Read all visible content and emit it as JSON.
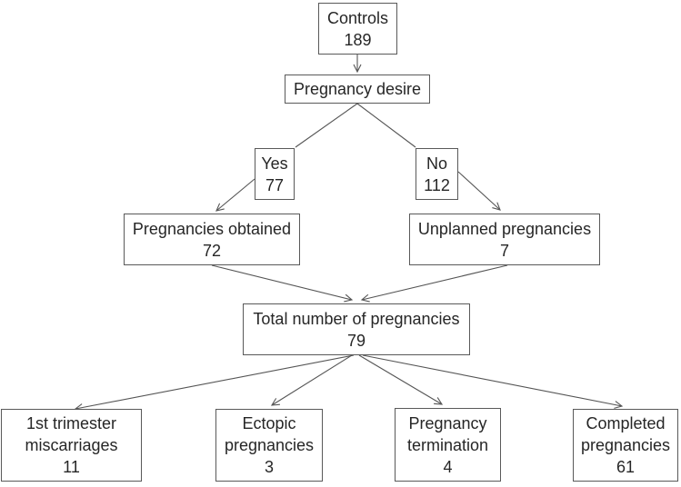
{
  "diagram": {
    "type": "flowchart",
    "background": "#ffffff",
    "colors": {
      "box_border": "#595959",
      "box_fill": "#ffffff",
      "text": "#262626",
      "line": "#555555"
    },
    "nodes": {
      "controls": {
        "label": "Controls",
        "value": "189"
      },
      "pregnancy_desire": {
        "label": "Pregnancy desire"
      },
      "yes": {
        "label": "Yes",
        "value": "77"
      },
      "no": {
        "label": "No",
        "value": "112"
      },
      "pregnancies_obtained": {
        "label": "Pregnancies obtained",
        "value": "72"
      },
      "unplanned_pregnancies": {
        "label": "Unplanned pregnancies",
        "value": "7"
      },
      "total_pregnancies": {
        "label": "Total number of pregnancies",
        "value": "79"
      },
      "first_trimester_miscarriages": {
        "label": "1st trimester miscarriages",
        "value": "11"
      },
      "ectopic_pregnancies": {
        "label": "Ectopic pregnancies",
        "value": "3"
      },
      "pregnancy_termination": {
        "label": "Pregnancy termination",
        "value": "4"
      },
      "completed_pregnancies": {
        "label": "Completed pregnancies",
        "value": "61"
      }
    },
    "edges": [
      {
        "from": "controls",
        "to": "pregnancy_desire",
        "arrow": true
      },
      {
        "from": "pregnancy_desire",
        "to": "yes",
        "arrow": false
      },
      {
        "from": "pregnancy_desire",
        "to": "no",
        "arrow": false
      },
      {
        "from": "yes",
        "to": "pregnancies_obtained",
        "arrow": true
      },
      {
        "from": "no",
        "to": "unplanned_pregnancies",
        "arrow": true
      },
      {
        "from": "pregnancies_obtained",
        "to": "total_pregnancies",
        "arrow": true
      },
      {
        "from": "unplanned_pregnancies",
        "to": "total_pregnancies",
        "arrow": true
      },
      {
        "from": "total_pregnancies",
        "to": "first_trimester_miscarriages",
        "arrow": true
      },
      {
        "from": "total_pregnancies",
        "to": "ectopic_pregnancies",
        "arrow": true
      },
      {
        "from": "total_pregnancies",
        "to": "pregnancy_termination",
        "arrow": true
      },
      {
        "from": "total_pregnancies",
        "to": "completed_pregnancies",
        "arrow": true
      }
    ]
  }
}
